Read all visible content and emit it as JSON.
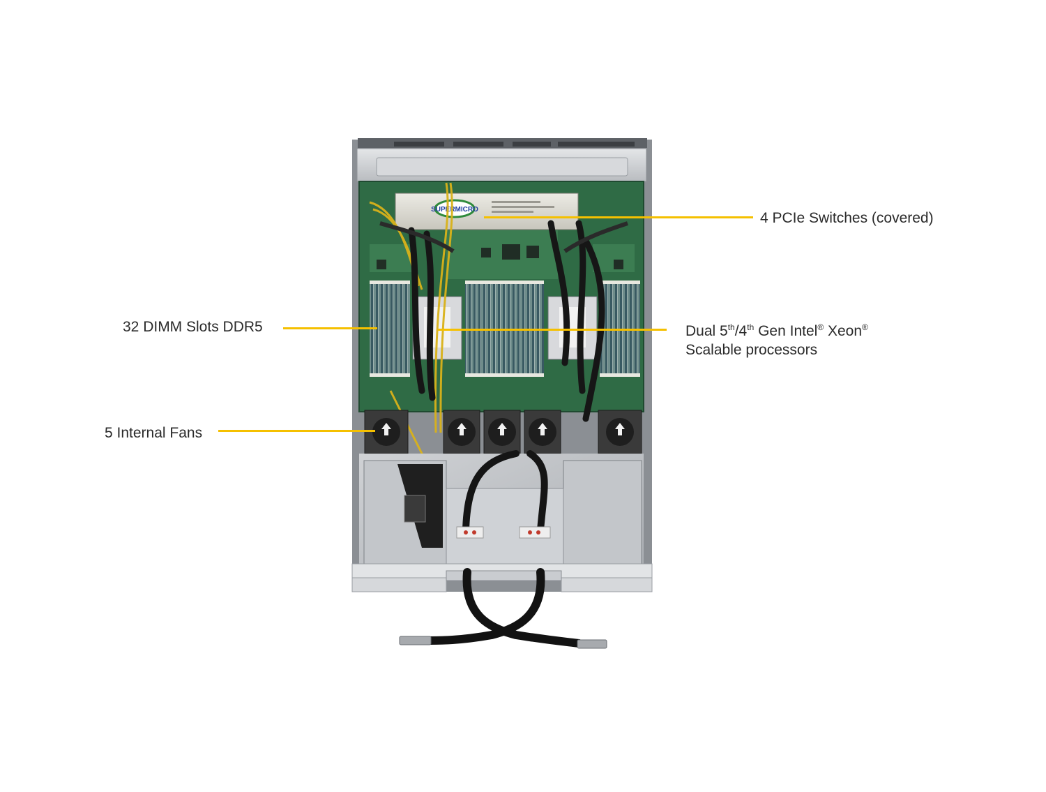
{
  "callouts": {
    "pcie": {
      "text": "4 PCIe Switches (covered)"
    },
    "dimm": {
      "text": "32 DIMM Slots DDR5"
    },
    "cpu": {
      "line1_a": "Dual 5",
      "line1_sup1": "th",
      "line1_b": "/4",
      "line1_sup2": "th",
      "line1_c": " Gen Intel",
      "line1_sup3": "®",
      "line1_d": " Xeon",
      "line1_sup4": "®",
      "line2": "Scalable processors"
    },
    "fans": {
      "text": "5 Internal Fans"
    }
  },
  "product_photo": {
    "cover_logo": "SUPERMICRO"
  },
  "colors": {
    "leader_line": "#f5c000",
    "label_text": "#2a2a2a",
    "board_green": "#2f6b45",
    "chassis_gray": "#c9ccd0"
  }
}
